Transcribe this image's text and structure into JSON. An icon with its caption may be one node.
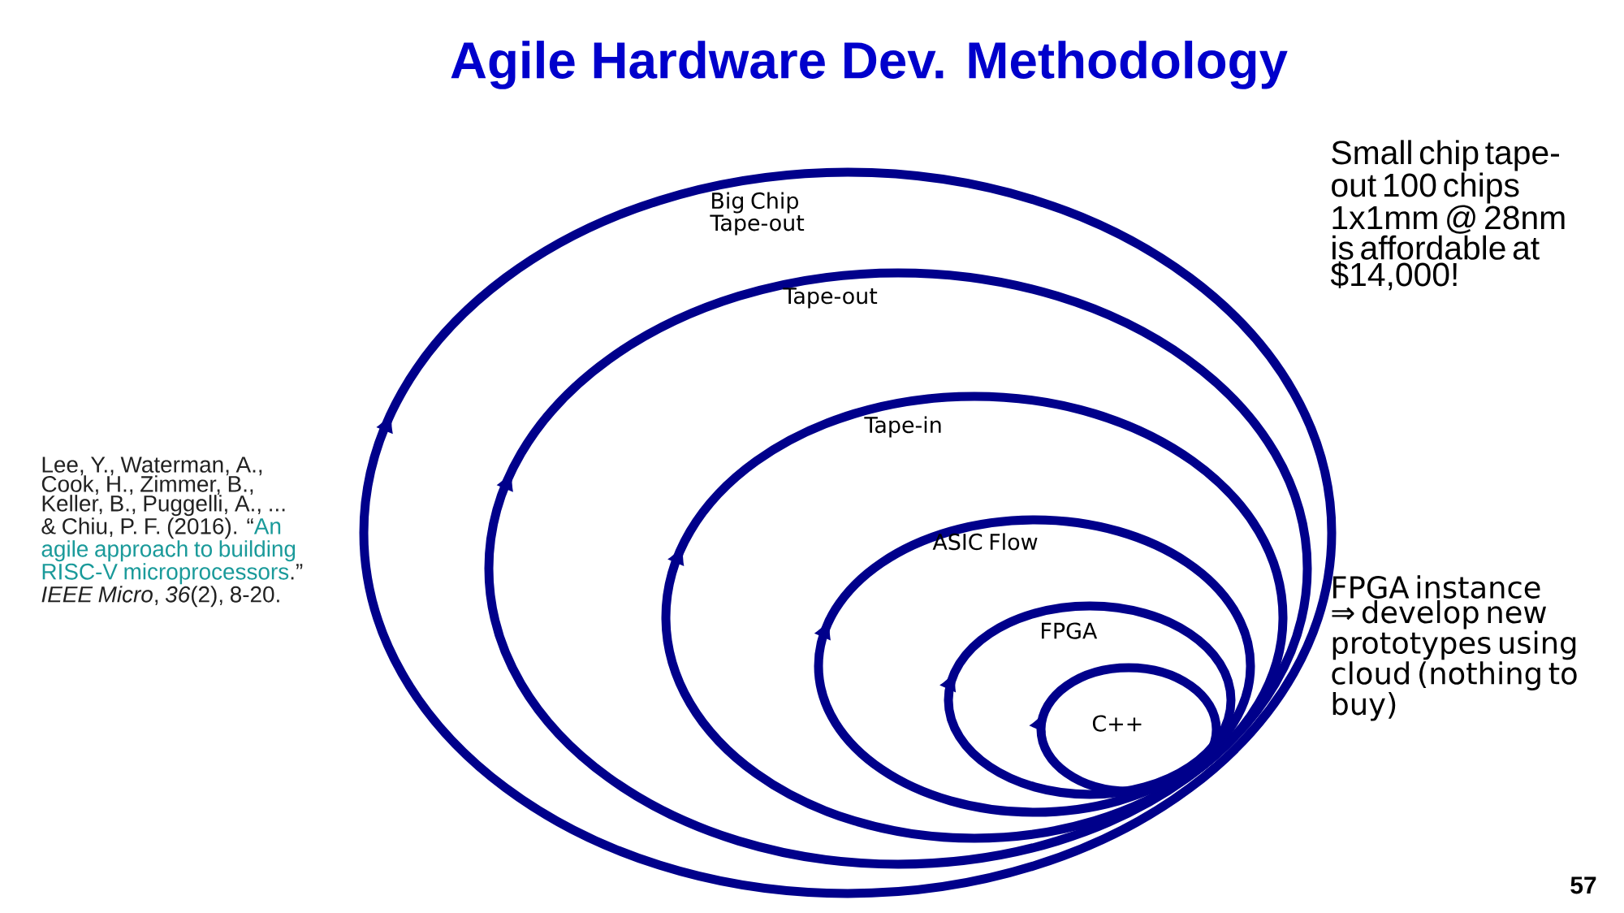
{
  "diagram": {
    "title": "Agile Hardware Dev. Methodology",
    "nodes": [
      {
        "text": [
          "Big Chip Tape-out"
        ]
      },
      {
        "text": [
          "Tape-out"
        ],
        "in": 0
      },
      {
        "text": [
          "Tape-in"
        ],
        "in": 1
      },
      {
        "text": [
          "ASIC Flow"
        ],
        "in": 2
      },
      {
        "text": [
          "FPGA"
        ],
        "in": 3
      },
      {
        "text": [
          "C++"
        ],
        "in": 4
      }
    ],
    "edges": [],
    "labels": [
      "Lee, Y., Waterman, A., Cook, H., Zimmer, B., Keller, B., Puggelli, A., ... & Chiu, P. F. (2016). “",
      "An agile approach to building RISC-V microprocessors",
      ".” *IEEE Micro*, *36*(2), 8-20.",
      "Small chip tape-out 100 chips 1x1mm @ 28nm is affordable at $14,000!",
      "FPGA instance ⇒ develop new prototypes using cloud (nothing to buy)",
      "57"
    ]
  }
}
